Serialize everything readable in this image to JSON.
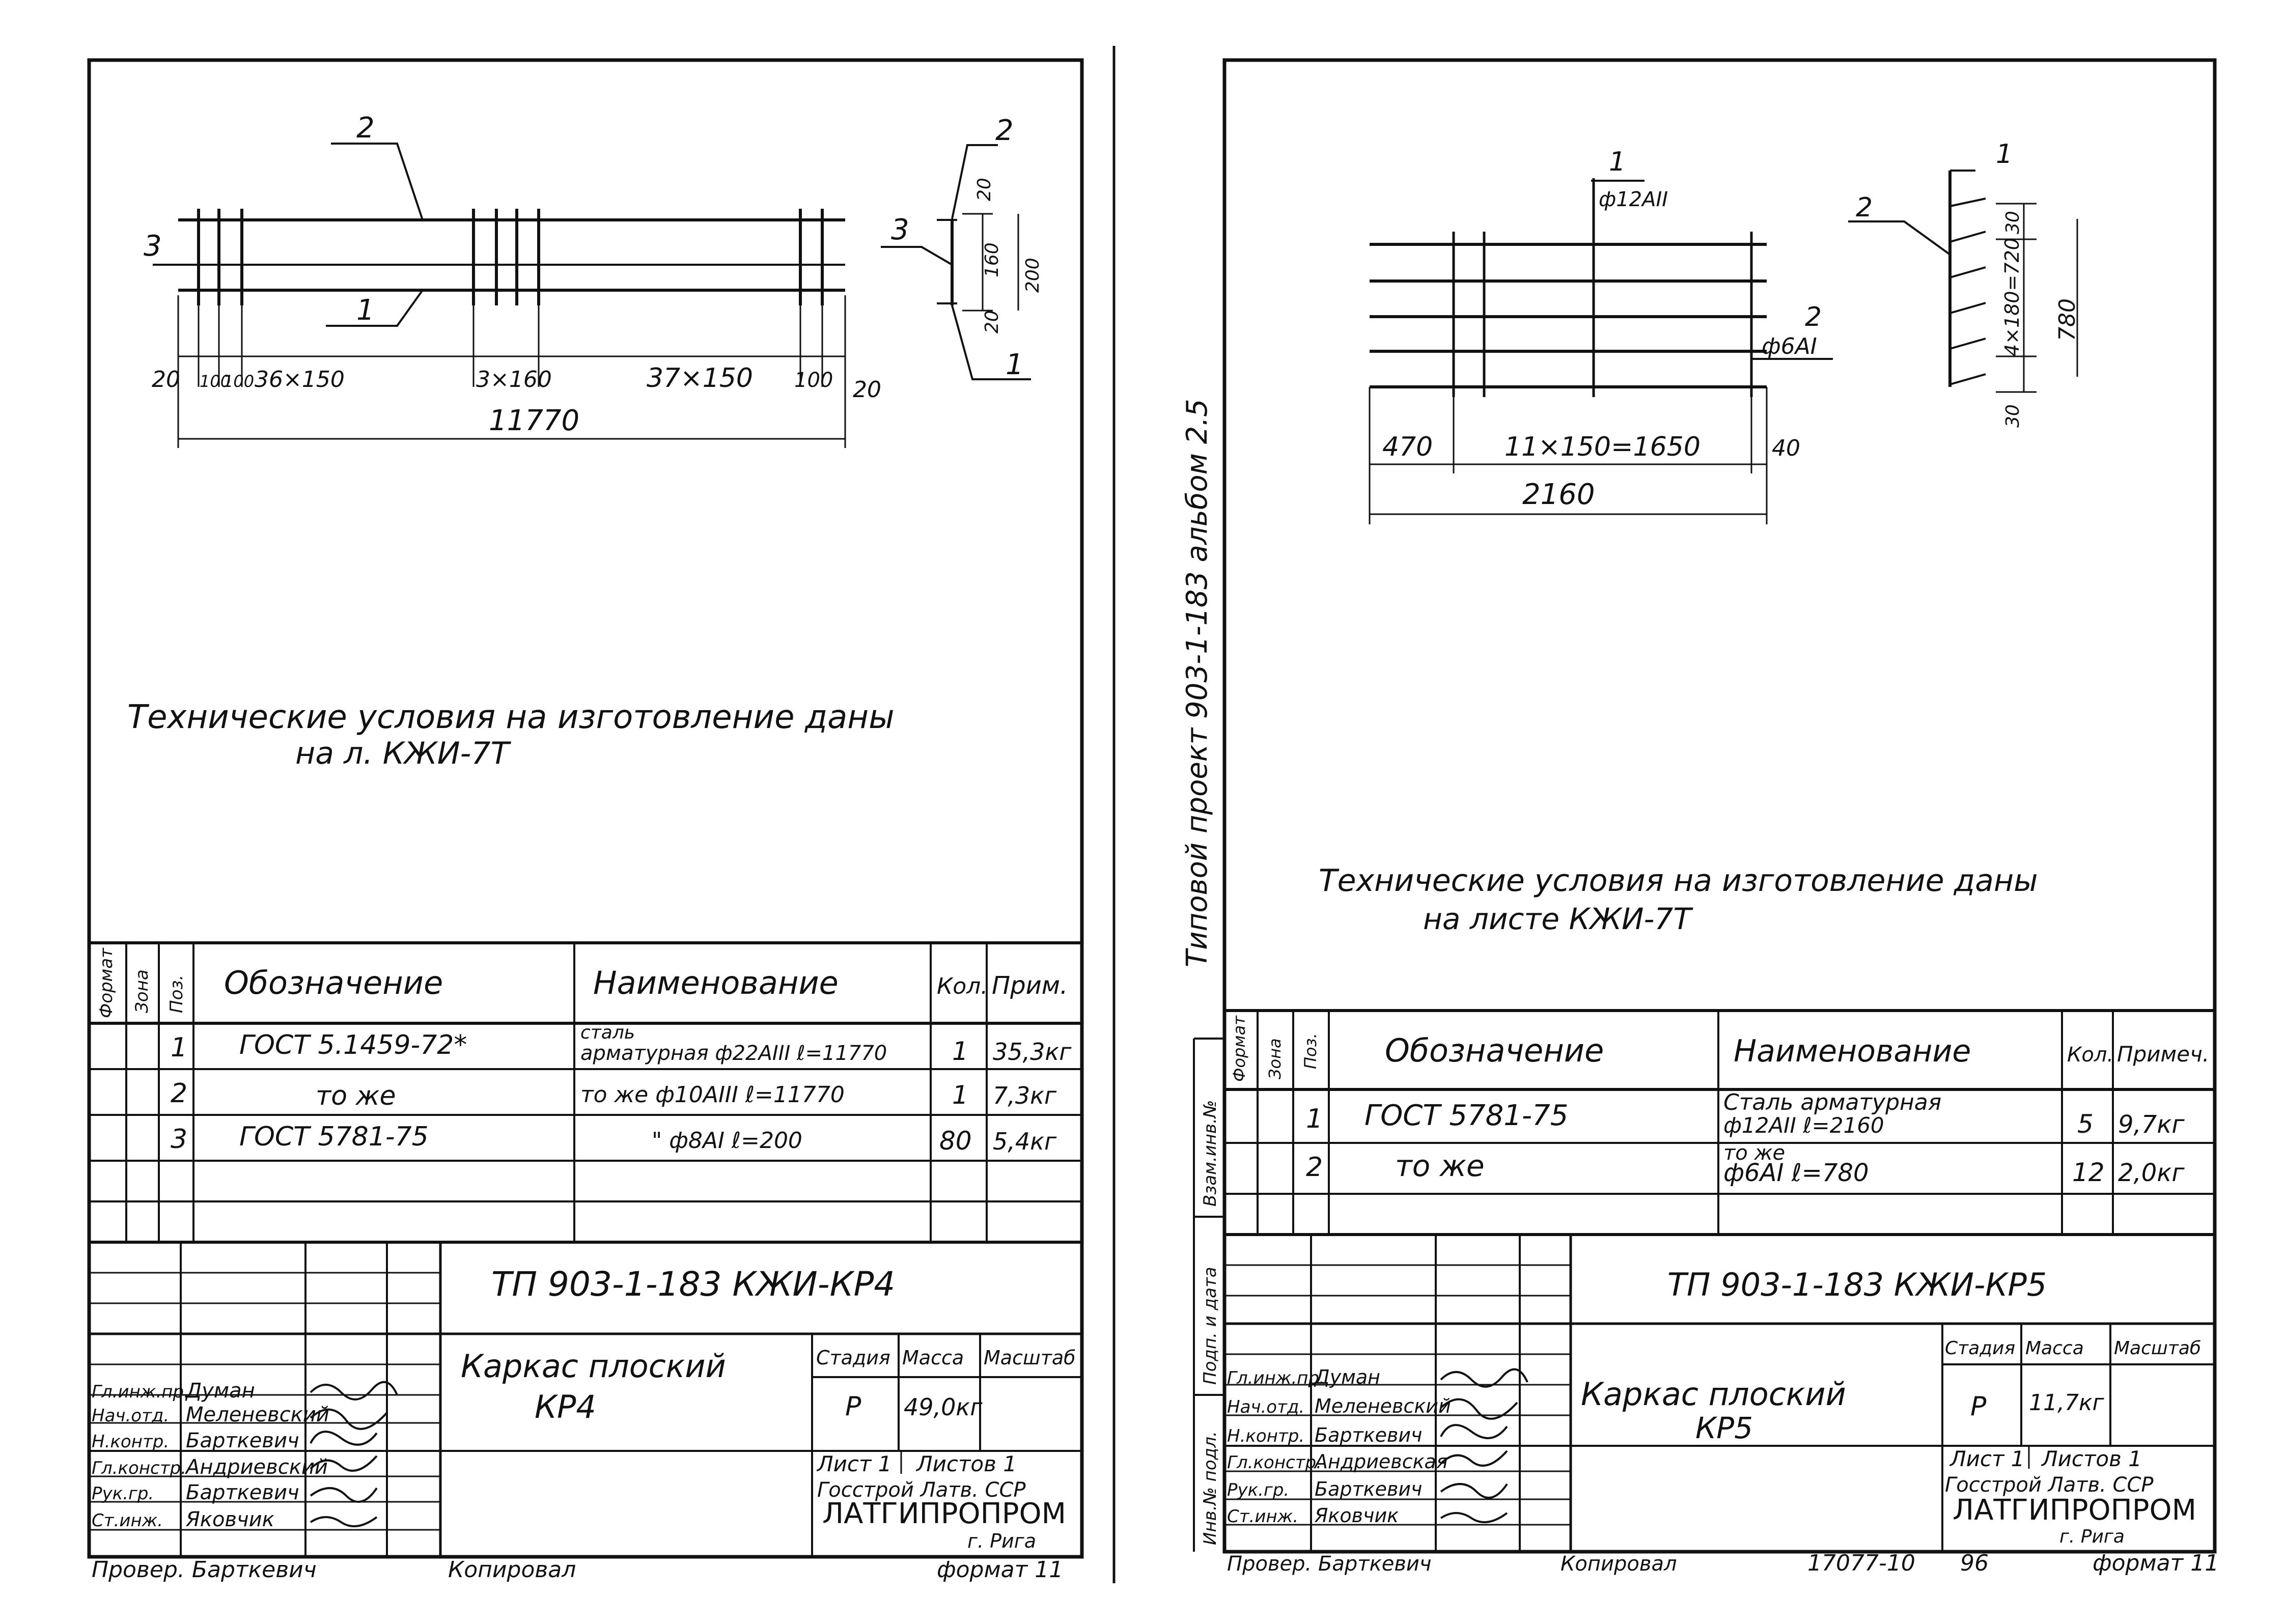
{
  "left": {
    "labels": {
      "pos2": "2",
      "pos3": "3",
      "pos1": "1",
      "dim_20_left": "20",
      "dim_100a": "100",
      "dim_100b": "100",
      "dim_36x150": "36×150",
      "dim_3x160": "3×160",
      "dim_37x150": "37×150",
      "dim_100c": "100",
      "dim_20_right": "20",
      "dim_total": "11770",
      "sec_pos2": "2",
      "sec_pos3": "3",
      "sec_pos1": "1",
      "sec_20a": "20",
      "sec_160": "160",
      "sec_200": "200",
      "sec_20b": "20"
    },
    "note_line1": "Технические условия на изготовление даны",
    "note_line2": "на л. КЖИ-7Т",
    "spec_headers": {
      "format": "Формат",
      "zone": "Зона",
      "pos": "Поз.",
      "designation": "Обозначение",
      "name": "Наименование",
      "qty": "Кол.",
      "note": "Прим."
    },
    "spec_rows": [
      {
        "pos": "1",
        "designation": "ГОСТ 5.1459-72*",
        "name_line1": "сталь",
        "name_line2": "арматурная ф22АIII ℓ=11770",
        "qty": "1",
        "note": "35,3кг"
      },
      {
        "pos": "2",
        "designation": "то же",
        "name_line1": "",
        "name_line2": "то же ф10АIII ℓ=11770",
        "qty": "1",
        "note": "7,3кг"
      },
      {
        "pos": "3",
        "designation": "ГОСТ 5781-75",
        "name_line1": "",
        "name_line2": "\" ф8АI ℓ=200",
        "qty": "80",
        "note": "5,4кг"
      }
    ],
    "title_code": "ТП 903-1-183 КЖИ-КР4",
    "title_name_line1": "Каркас плоский",
    "title_name_line2": "КР4",
    "stage_hdr": "Стадия",
    "mass_hdr": "Масса",
    "scale_hdr": "Масштаб",
    "stage_val": "Р",
    "mass_val": "49,0кг",
    "sheet": "Лист 1",
    "sheets": "Листов 1",
    "org_line1": "Госстрой Латв. ССР",
    "org_line2": "ЛАТГИПРОПРОМ",
    "org_line3": "г. Рига",
    "roles": [
      {
        "role": "Гл.инж.пр.",
        "name": "Думан"
      },
      {
        "role": "Нач.отд.",
        "name": "Меленевский"
      },
      {
        "role": "Н.контр.",
        "name": "Барткевич"
      },
      {
        "role": "Гл.констр.",
        "name": "Андриевский"
      },
      {
        "role": "Рук.гр.",
        "name": "Барткевич"
      },
      {
        "role": "Ст.инж.",
        "name": "Яковчик"
      }
    ],
    "footer_checked": "Провер. Барткевич",
    "footer_copied": "Копировал",
    "footer_format": "формат 11"
  },
  "right": {
    "vertical_text": "Типовой проект 903-1-183 альбом 2.5",
    "side_labels": [
      "Инв.№ подл.",
      "Подп. и дата",
      "Взам.инв.№"
    ],
    "labels": {
      "pos1": "1",
      "rebar1": "ф12АII",
      "pos2": "2",
      "rebar2": "ф6АI",
      "dim_470": "470",
      "dim_11x150": "11×150=1650",
      "dim_40": "40",
      "dim_total": "2160",
      "sec_pos1": "1",
      "sec_pos2": "2",
      "sec_30a": "30",
      "sec_4x180": "4×180=720",
      "sec_780": "780",
      "sec_30b": "30"
    },
    "note_line1": "Технические условия на изготовление даны",
    "note_line2": "на листе КЖИ-7Т",
    "spec_headers": {
      "format": "Формат",
      "zone": "Зона",
      "pos": "Поз.",
      "designation": "Обозначение",
      "name": "Наименование",
      "qty": "Кол.",
      "note": "Примеч."
    },
    "spec_rows": [
      {
        "pos": "1",
        "designation": "ГОСТ 5781-75",
        "name_line1": "Сталь арматурная",
        "name_line2": "ф12АII ℓ=2160",
        "qty": "5",
        "note": "9,7кг"
      },
      {
        "pos": "2",
        "designation": "то же",
        "name_line1": "то же",
        "name_line2": "ф6АI ℓ=780",
        "qty": "12",
        "note": "2,0кг"
      }
    ],
    "title_code": "ТП 903-1-183 КЖИ-КР5",
    "title_name_line1": "Каркас плоский",
    "title_name_line2": "КР5",
    "stage_hdr": "Стадия",
    "mass_hdr": "Масса",
    "scale_hdr": "Масштаб",
    "stage_val": "Р",
    "mass_val": "11,7кг",
    "sheet": "Лист 1",
    "sheets": "Листов 1",
    "org_line1": "Госстрой Латв. ССР",
    "org_line2": "ЛАТГИПРОПРОМ",
    "org_line3": "г. Рига",
    "roles": [
      {
        "role": "Гл.инж.пр.",
        "name": "Думан"
      },
      {
        "role": "Нач.отд.",
        "name": "Меленевский"
      },
      {
        "role": "Н.контр.",
        "name": "Барткевич"
      },
      {
        "role": "Гл.констр.",
        "name": "Андриевская"
      },
      {
        "role": "Рук.гр.",
        "name": "Барткевич"
      },
      {
        "role": "Ст.инж.",
        "name": "Яковчик"
      }
    ],
    "footer_checked": "Провер. Барткевич",
    "footer_copied": "Копировал",
    "footer_number": "17077-10",
    "footer_page": "96",
    "footer_format": "формат 11"
  }
}
